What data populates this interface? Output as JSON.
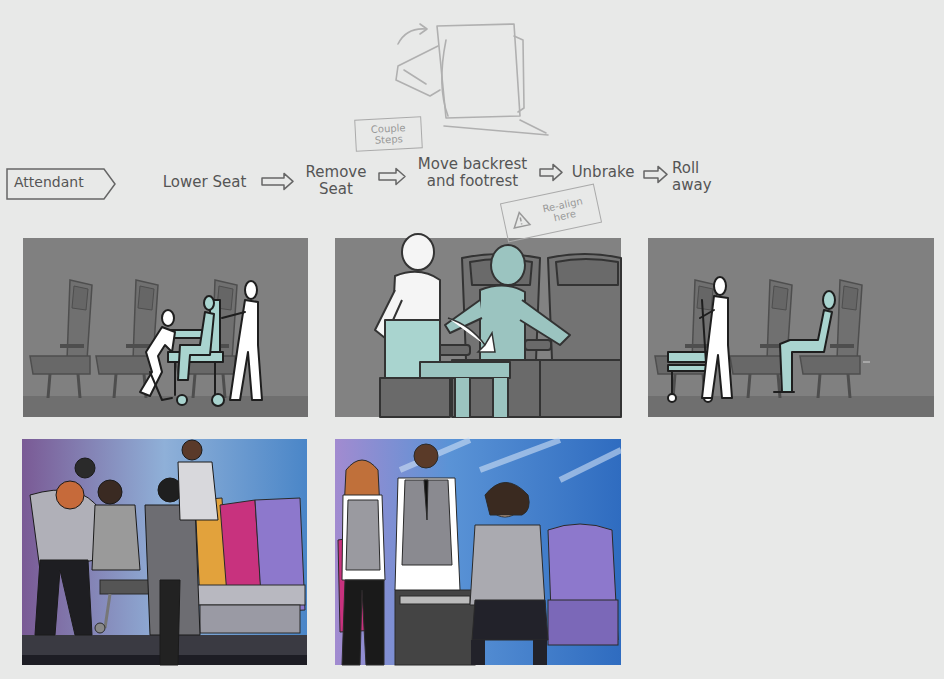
{
  "diagram": {
    "nodes": [
      {
        "text": [
          "Attendant"
        ]
      },
      {
        "text": [
          "Lower Seat"
        ]
      },
      {
        "text": [
          "Remove Seat"
        ]
      },
      {
        "text": [
          "Move backrest and footrest"
        ]
      },
      {
        "text": [
          "Unbrake"
        ]
      },
      {
        "text": [
          "Roll away"
        ]
      },
      {
        "text": [
          "Couple Steps"
        ]
      },
      {
        "text": [
          "Re-align here"
        ]
      }
    ],
    "edges": [
      {
        "from": 1,
        "to": 2,
        "arrow": "to"
      },
      {
        "from": 2,
        "to": 3,
        "arrow": "to"
      },
      {
        "from": 3,
        "to": 4,
        "arrow": "to"
      },
      {
        "from": 4,
        "to": 5,
        "arrow": "to"
      }
    ]
  }
}
